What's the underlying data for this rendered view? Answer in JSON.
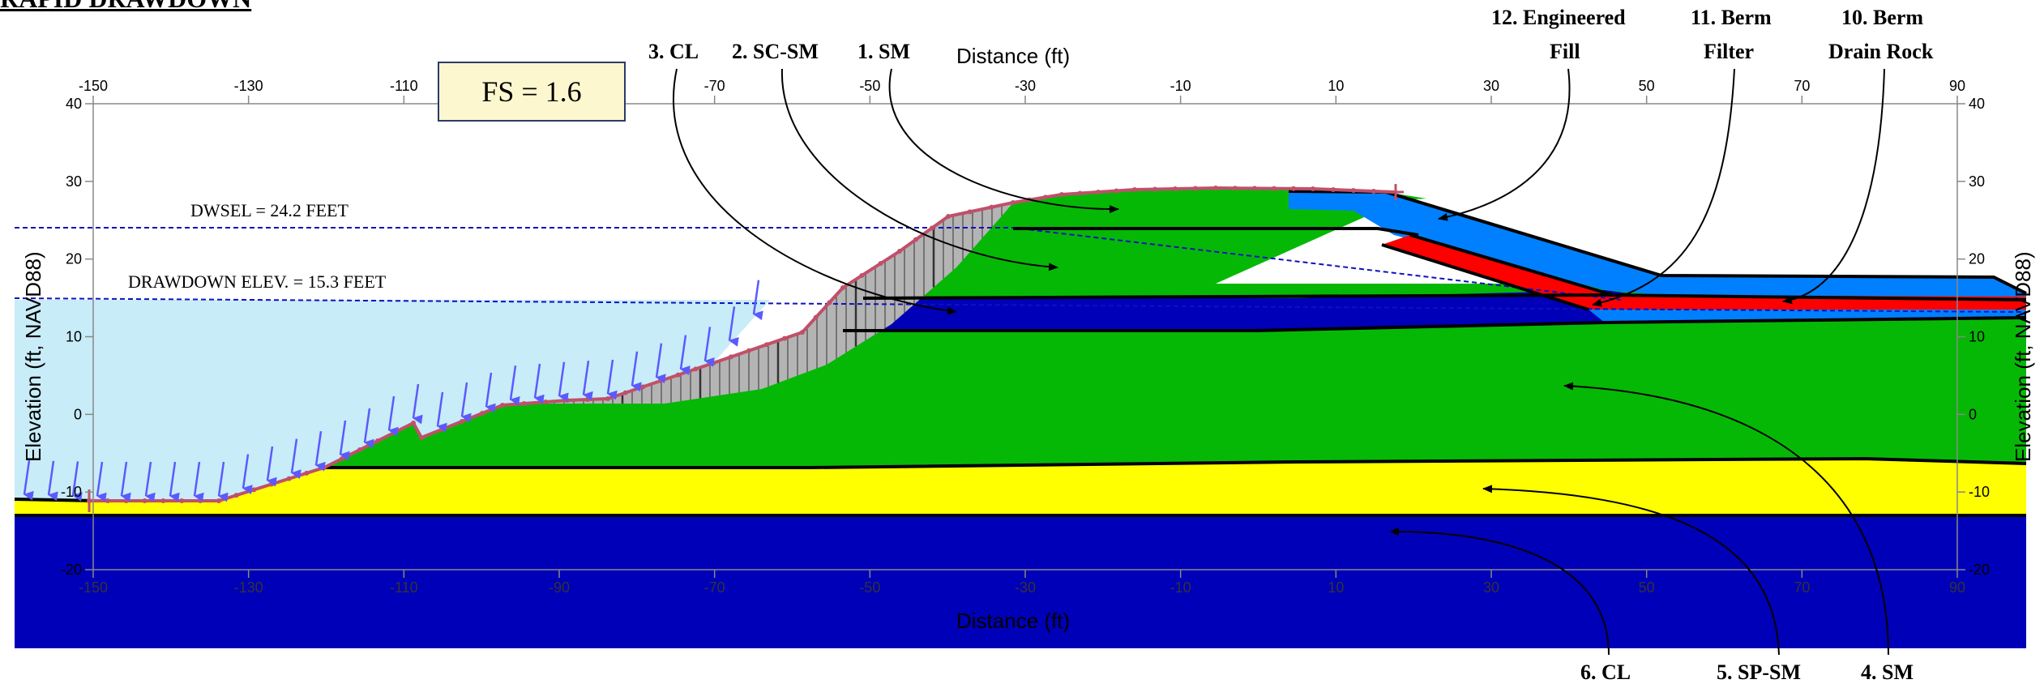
{
  "title": "RAPID DRAWDOWN",
  "factor_of_safety": "FS = 1.6",
  "axes": {
    "x_label_top": "Distance (ft)",
    "x_label_bottom": "Distance (ft)",
    "y_label_left": "Elevation (ft, NAVD88)",
    "y_label_right": "Elevation (ft, NAVD88)",
    "x_ticks": [
      -150,
      -130,
      -110,
      -90,
      -70,
      -50,
      -30,
      -10,
      10,
      30,
      50,
      70,
      90
    ],
    "y_ticks": [
      40,
      30,
      20,
      10,
      0,
      -10,
      -20
    ],
    "x_range": [
      -150,
      90
    ],
    "y_range": [
      -20,
      40
    ]
  },
  "water_levels": [
    {
      "label": "DWSEL = 24.2 FEET",
      "elevation": 24.2
    },
    {
      "label": "DRAWDOWN ELEV. = 15.3 FEET",
      "elevation": 15.3
    }
  ],
  "materials_top": [
    {
      "label": "3. CL"
    },
    {
      "label": "2. SC-SM"
    },
    {
      "label": "1. SM"
    },
    {
      "label_lines": [
        "12. Engineered",
        "Fill"
      ]
    },
    {
      "label_lines": [
        "11. Berm",
        "Filter"
      ]
    },
    {
      "label_lines": [
        "10. Berm",
        "Drain Rock"
      ]
    }
  ],
  "materials_bottom": [
    {
      "label": "6. CL"
    },
    {
      "label": "5. SP-SM"
    },
    {
      "label": "4. SM"
    }
  ],
  "colors": {
    "water": "#c8ecf8",
    "green": "#06b806",
    "yellow": "#ffff00",
    "dark_blue": "#0000b8",
    "light_blue": "#0080ff",
    "red": "#ff0000",
    "slice_gray": "#b4b4b4",
    "slip_surface": "#c0506a",
    "water_line": "#1010c0",
    "arrow": "#5a5aff"
  }
}
